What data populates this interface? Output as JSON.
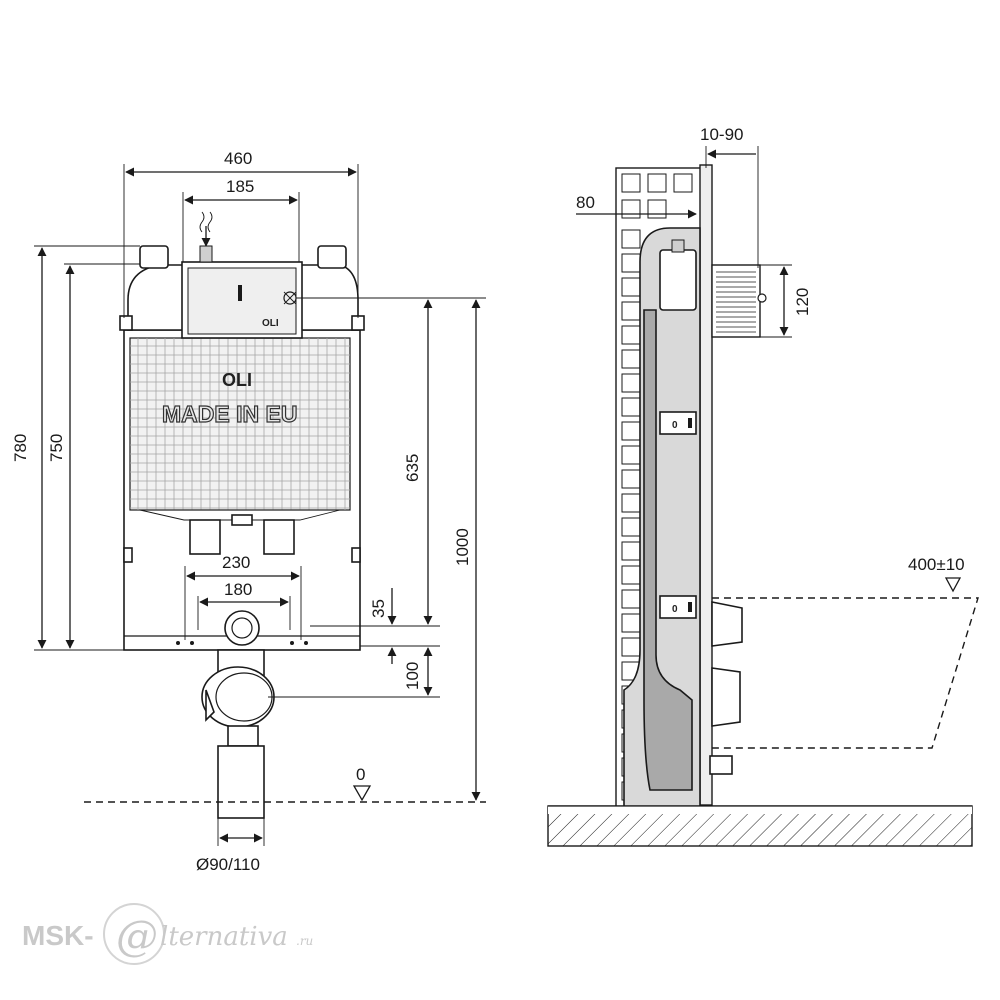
{
  "front_view": {
    "dim_width_total": "460",
    "dim_width_top": "185",
    "dim_height_780": "780",
    "dim_height_750": "750",
    "dim_height_635": "635",
    "dim_height_1000": "1000",
    "dim_230": "230",
    "dim_180": "180",
    "dim_35": "35",
    "dim_100": "100",
    "dim_floor_zero": "0",
    "dim_pipe_diameter": "Ø90/110",
    "brand_logo": "OLI",
    "brand_small": "OLI",
    "made_in": "MADE IN EU"
  },
  "side_view": {
    "dim_10_90": "10-90",
    "dim_80": "80",
    "dim_120": "120",
    "dim_400": "400±10"
  },
  "watermark": {
    "prefix": "MSK-",
    "at": "@",
    "suffix": "lternativa",
    "tld": ".ru"
  },
  "colors": {
    "line": "#1a1a1a",
    "body": "#d9d9d9",
    "body_dark": "#a9a9a9",
    "grid": "#a5a5a5",
    "watermark": "#c9c9c9"
  }
}
